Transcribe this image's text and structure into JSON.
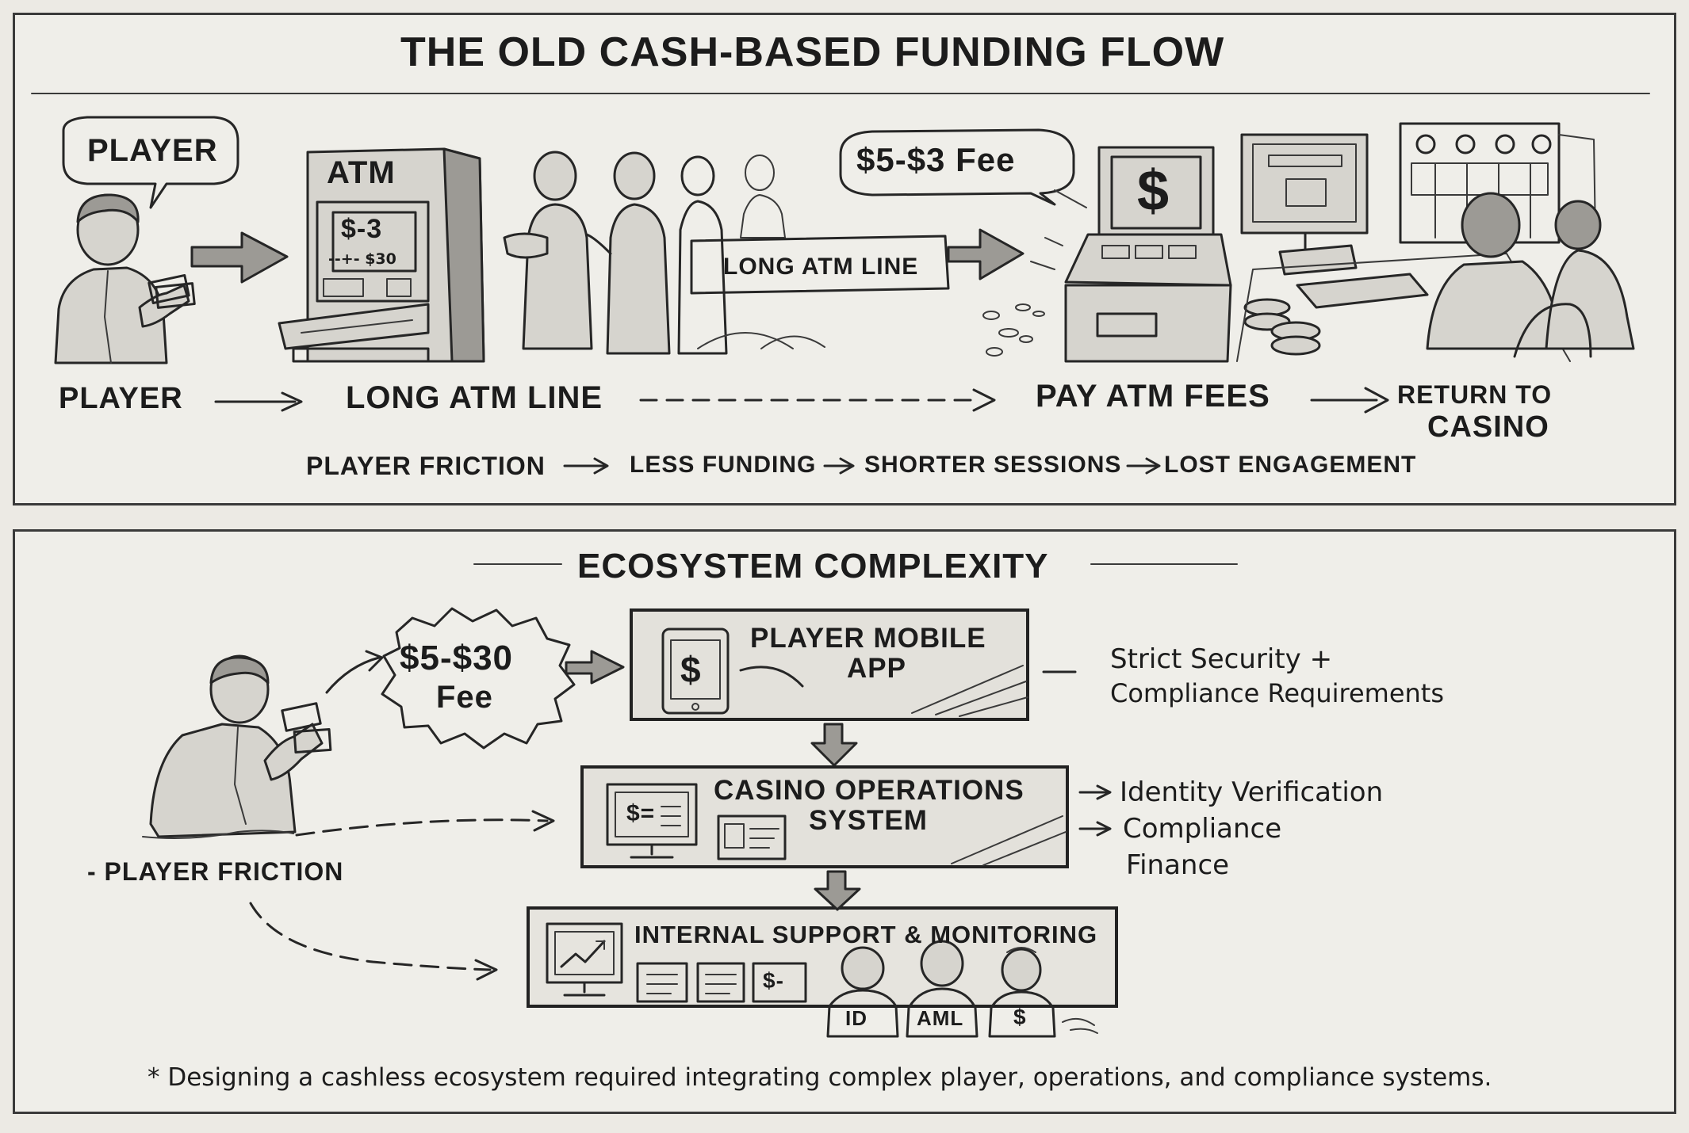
{
  "top": {
    "title": "THE OLD CASH-BASED FUNDING FLOW",
    "bubble_player": "PLAYER",
    "atm_label": "ATM",
    "atm_screen_big": "$-3",
    "atm_screen_small": "--+- $30",
    "fee_bubble": "$5-$3 Fee",
    "line_sign": "LONG ATM LINE",
    "kiosk_symbol": "$",
    "flow": {
      "player": "PLAYER",
      "long_line": "LONG ATM LINE",
      "pay_fees": "PAY ATM FEES",
      "return_1": "RETURN TO",
      "return_2": "CASINO"
    },
    "chain": [
      "PLAYER FRICTION",
      "LESS FUNDING",
      "SHORTER SESSIONS",
      "LOST ENGAGEMENT"
    ]
  },
  "bottom": {
    "title": "ECOSYSTEM COMPLEXITY",
    "fee_burst_1": "$5-$30",
    "fee_burst_2": "Fee",
    "friction_label": "- PLAYER FRICTION",
    "mobile_app_1": "PLAYER MOBILE",
    "mobile_app_2": "APP",
    "phone_symbol": "$",
    "security_1": "Strict Security +",
    "security_2": "Compliance Requirements",
    "casino_ops_1": "CASINO OPERATIONS",
    "casino_ops_2": "SYSTEM",
    "monitor_symbol": "$=",
    "ops_items": [
      "Identity Verification",
      "Compliance",
      "Finance"
    ],
    "support_title": "INTERNAL SUPPORT & MONITORING",
    "doc_dollar": "$-",
    "staff_badges": [
      "ID",
      "AML",
      "$"
    ],
    "footnote": "* Designing a cashless ecosystem required integrating complex player, operations, and compliance systems."
  }
}
